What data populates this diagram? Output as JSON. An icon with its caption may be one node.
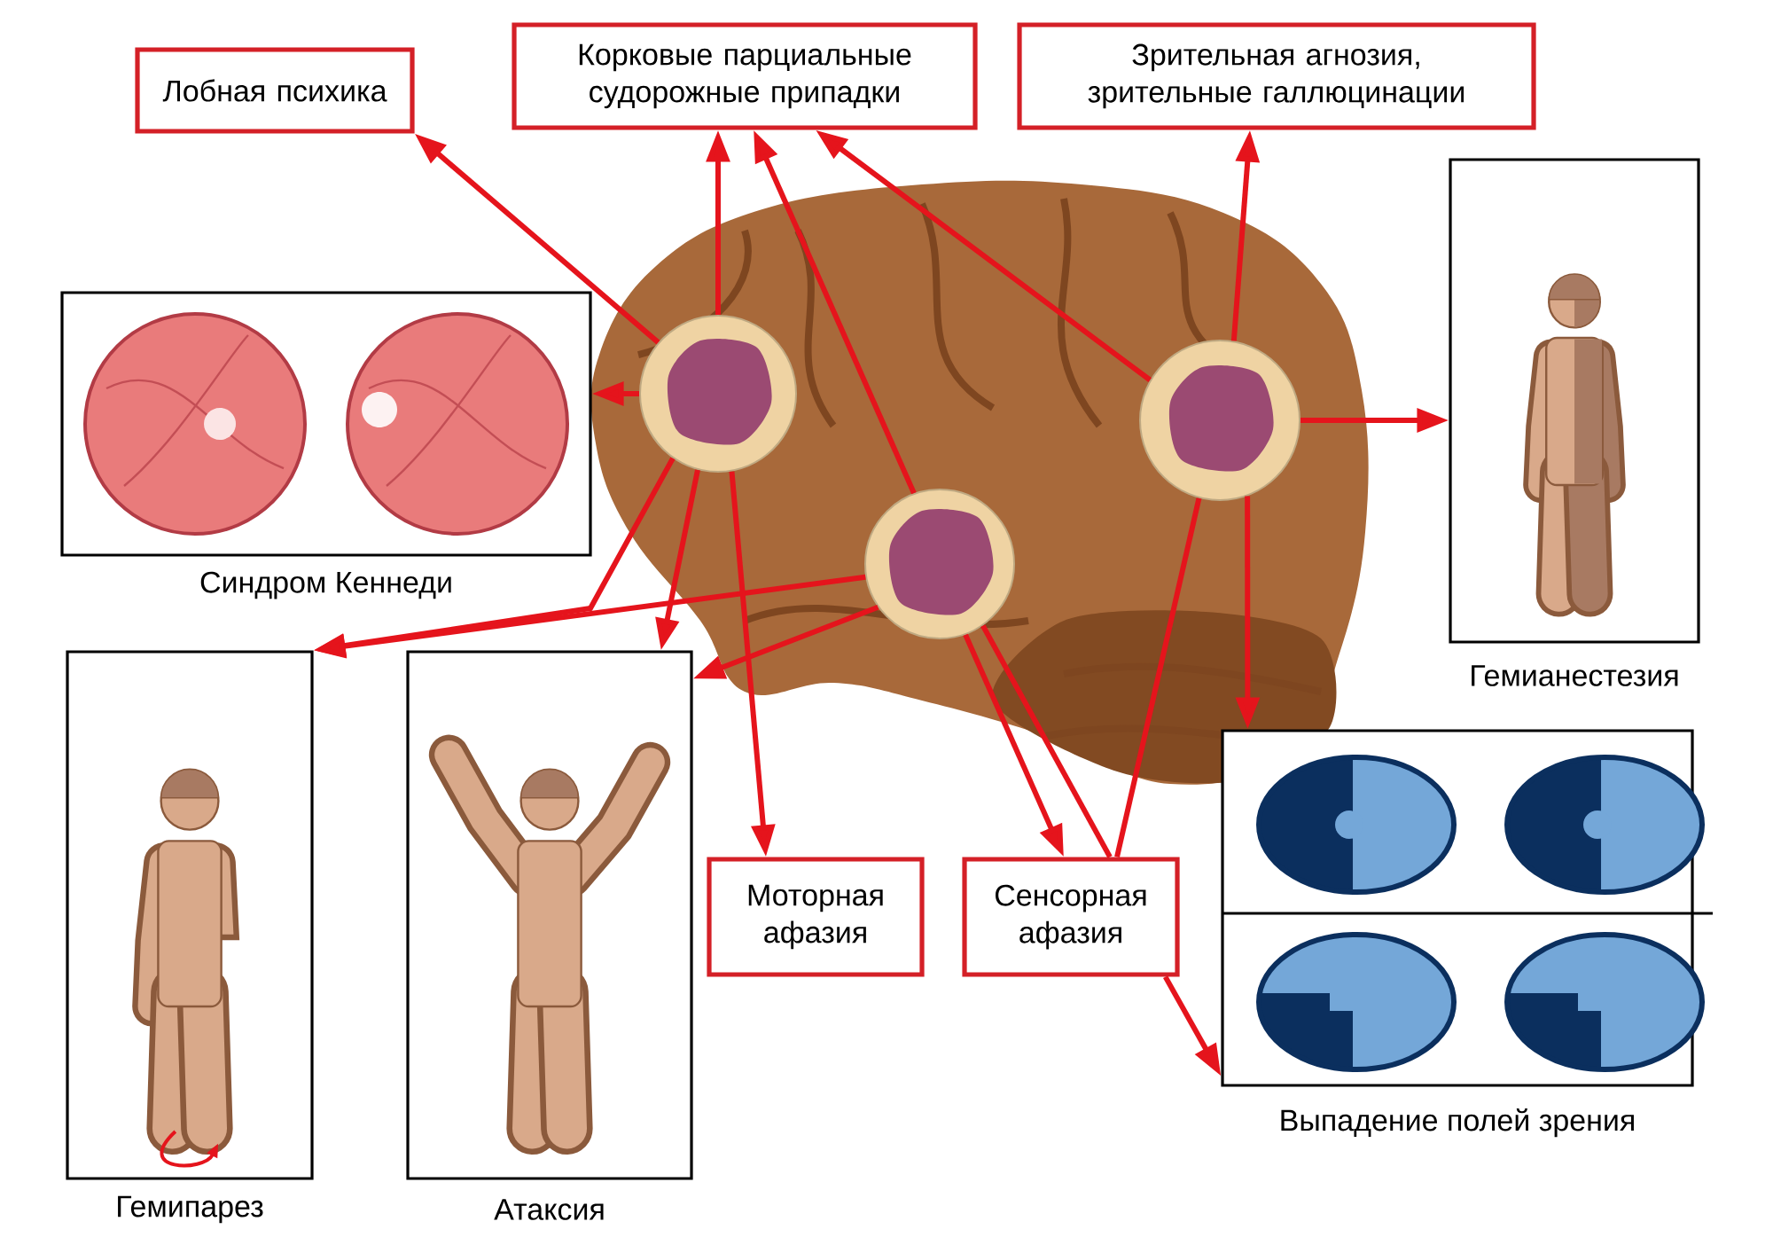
{
  "diagram": {
    "nodes": [
      {
        "text": [
          "Лобная психика"
        ]
      },
      {
        "text": [
          "Корковые парциальные судорожные припадки"
        ]
      },
      {
        "text": [
          "Зрительная агнозия, зрительные галлюцинации"
        ]
      },
      {
        "text": [],
        "shape": "circle"
      },
      {
        "text": [],
        "shape": "circle"
      },
      {
        "text": [],
        "shape": "circle"
      },
      {
        "text": [
          "Синдром Кеннеди"
        ]
      },
      {
        "text": [
          "Гемипарез"
        ]
      },
      {
        "text": [
          "Атаксия"
        ]
      },
      {
        "text": [
          "Моторная афазия"
        ]
      },
      {
        "text": [
          "Сенсорная афазия"
        ]
      },
      {
        "text": [
          "Гемианестезия"
        ]
      },
      {
        "text": [
          "Выпадение полей зрения"
        ]
      }
    ],
    "edges": [
      {
        "from": 3,
        "to": 0,
        "arrow": "to"
      },
      {
        "from": 3,
        "to": 1,
        "arrow": "to"
      },
      {
        "from": 4,
        "to": 1,
        "arrow": "to"
      },
      {
        "from": 5,
        "to": 1,
        "arrow": "to"
      },
      {
        "from": 5,
        "to": 2,
        "arrow": "to"
      },
      {
        "from": 3,
        "to": 6,
        "arrow": "to"
      },
      {
        "from": 5,
        "to": 11,
        "arrow": "to"
      },
      {
        "from": 3,
        "to": 7,
        "arrow": "to"
      },
      {
        "from": 4,
        "to": 7,
        "arrow": "to"
      },
      {
        "from": 3,
        "to": 8,
        "arrow": "to"
      },
      {
        "from": 4,
        "to": 8,
        "arrow": "to"
      },
      {
        "from": 3,
        "to": 9,
        "arrow": "to"
      },
      {
        "from": 4,
        "to": 10,
        "arrow": "to"
      },
      {
        "from": 4,
        "to": 10,
        "arrow": "none"
      },
      {
        "from": 5,
        "to": 10,
        "arrow": "none"
      },
      {
        "from": 5,
        "to": 12,
        "arrow": "to"
      },
      {
        "from": 10,
        "to": 12,
        "arrow": "to"
      }
    ]
  }
}
